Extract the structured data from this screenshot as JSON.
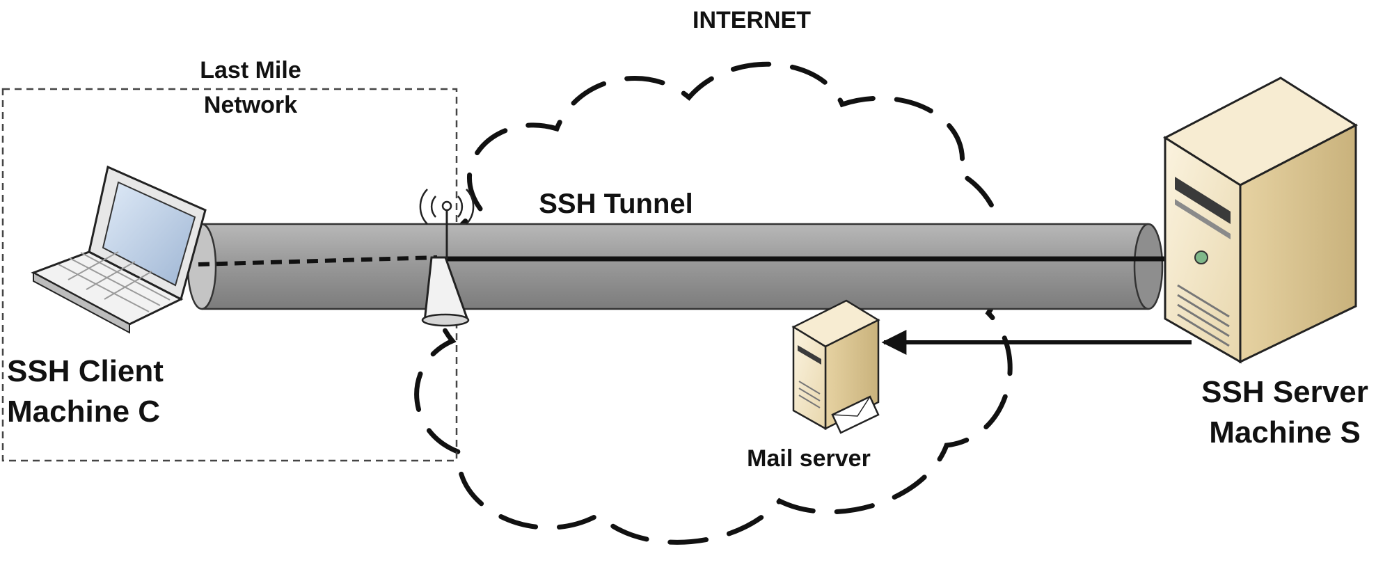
{
  "labels": {
    "internet": "INTERNET",
    "last_mile_line1": "Last Mile",
    "last_mile_line2": "Network",
    "ssh_tunnel": "SSH Tunnel",
    "client_line1": "SSH Client",
    "client_line2": "Machine C",
    "server_line1": "SSH Server",
    "server_line2": "Machine S",
    "mail_server": "Mail server"
  },
  "icons": {
    "client": "laptop-icon",
    "router": "wireless-router-icon",
    "server": "tower-server-icon",
    "mail": "mail-server-icon"
  },
  "colors": {
    "tunnel": "#9b9b9b",
    "server_body": "#f3e7c9",
    "outline": "#111111"
  }
}
